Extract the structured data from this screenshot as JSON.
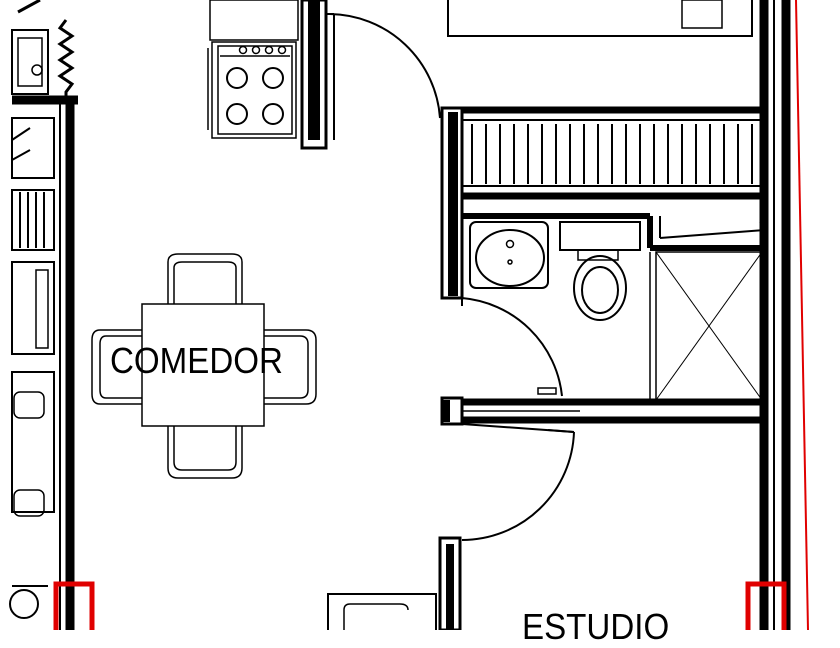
{
  "plan": {
    "rooms": [
      {
        "id": "comedor",
        "label": "COMEDOR"
      },
      {
        "id": "estudio",
        "label": "ESTUDIO"
      }
    ]
  },
  "colors": {
    "wall": "#000000",
    "line": "#1a1a1a",
    "accent_red": "#e00000",
    "background": "#ffffff"
  }
}
